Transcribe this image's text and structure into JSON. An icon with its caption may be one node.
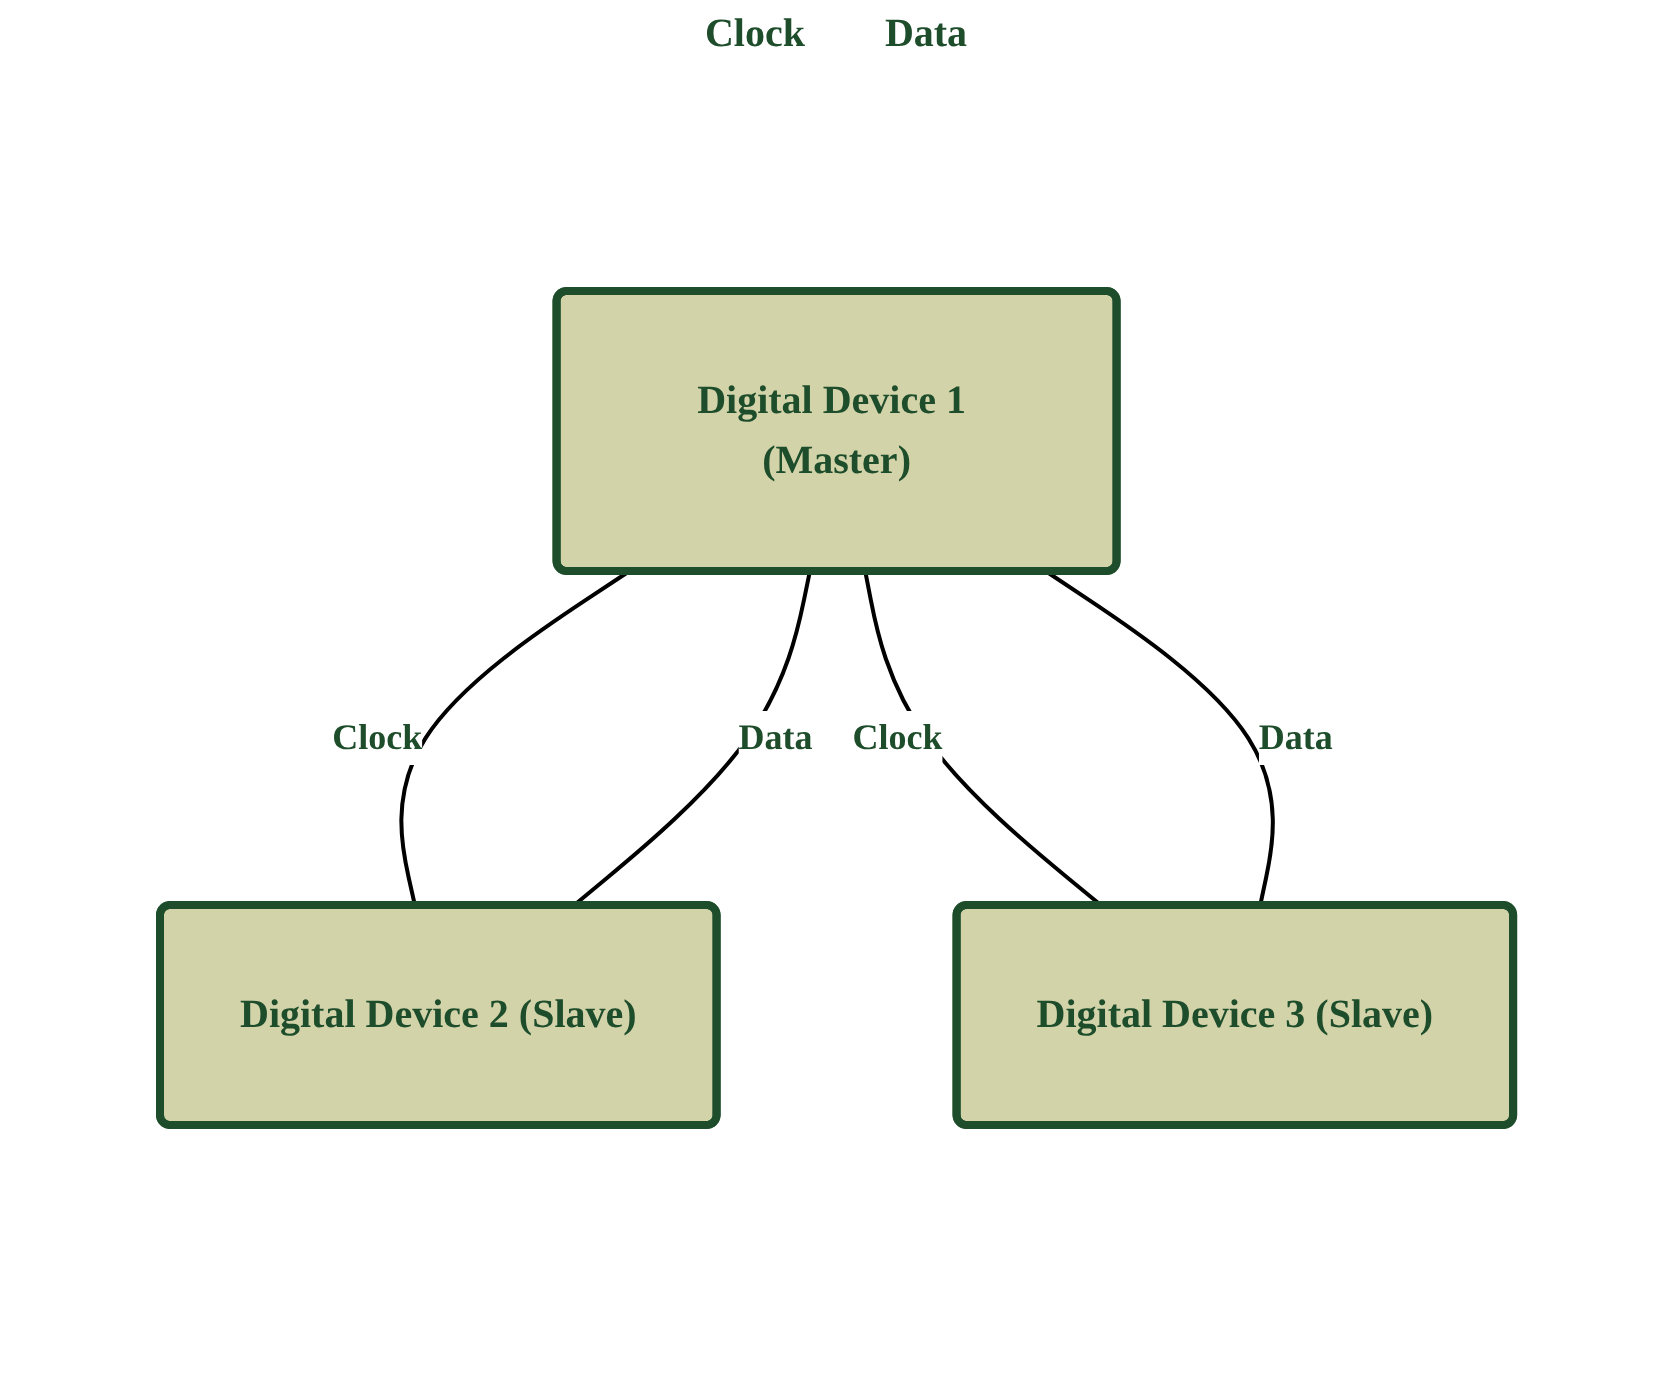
{
  "diagram": {
    "nodes": [
      {
        "text": [
          "Digital Device 1 (Master)"
        ]
      },
      {
        "text": [
          "Digital Device 2 (Slave)"
        ]
      },
      {
        "text": [
          "Digital Device 3 (Slave)"
        ]
      }
    ],
    "edges": [
      {
        "from": 0,
        "to": 1,
        "arrow": "none",
        "label": "Clock"
      },
      {
        "from": 0,
        "to": 1,
        "arrow": "none",
        "label": "Data"
      },
      {
        "from": 0,
        "to": 2,
        "arrow": "none",
        "label": "Clock"
      },
      {
        "from": 0,
        "to": 2,
        "arrow": "none",
        "label": "Data"
      }
    ],
    "labels": [
      "Clock",
      "Data"
    ]
  }
}
